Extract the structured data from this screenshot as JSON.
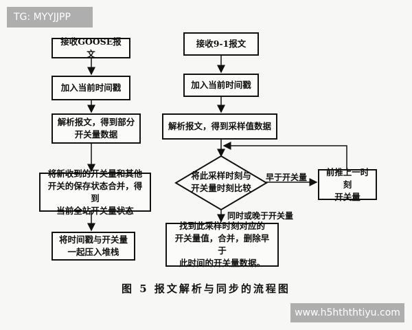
{
  "watermark_top": "TG: MYYJJPP",
  "watermark_bottom": "www.h5hththtiyu.com",
  "left_flow": {
    "step1": "接收GOOSE报文",
    "step2": "加入当前时间戳",
    "step3": "解析报文，得到部分\n开关量数据",
    "step4": "将新收到的开关量和其他\n开关的保存状态合并，得到\n当前全站开关量状态",
    "step5": "将时间戳与开关量\n一起压入堆栈"
  },
  "right_flow": {
    "step1": "接收9-1报文",
    "step2": "加入当前时间戳",
    "step3": "解析报文，得到采样值数据",
    "decision": "将此采样时刻与\n开关量时刻比较",
    "branch_early_label": "早于开关量",
    "side_box": "前推上一时刻\n开关量",
    "branch_late_label": "同时或晚于开关量",
    "step4": "找到此采样时刻对应的\n开关量值，合并，删除早于\n此时间的开关量数据。"
  },
  "caption": "图 5   报文解析与同步的流程图"
}
